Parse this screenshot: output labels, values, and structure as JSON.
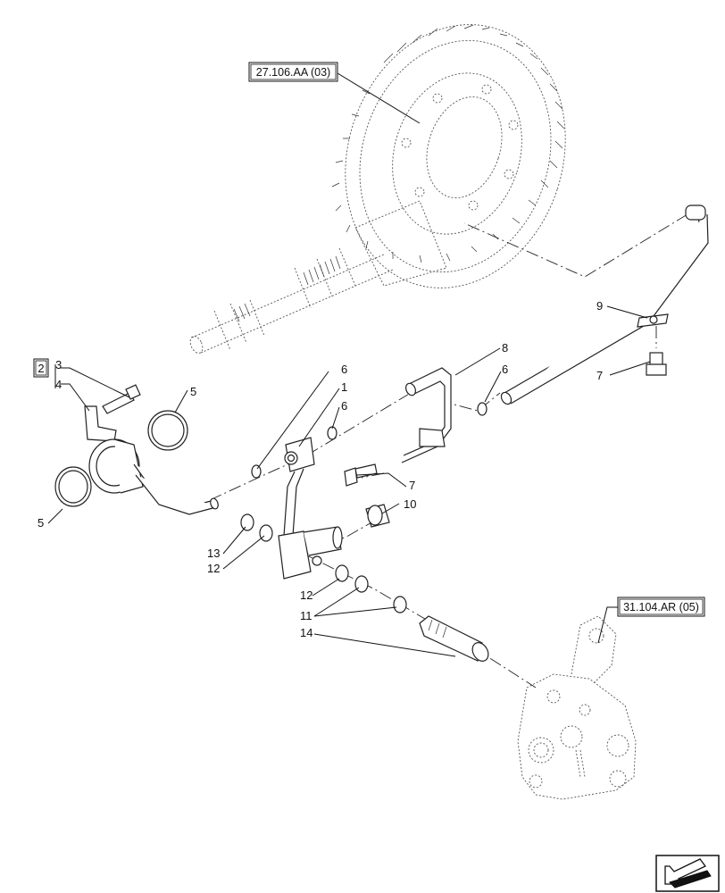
{
  "references": {
    "gear": "27.106.AA (03)",
    "valve": "31.104.AR (05)"
  },
  "kit": "2",
  "callouts": {
    "c1": "1",
    "c2": "2",
    "c3": "3",
    "c4": "4",
    "c5a": "5",
    "c5b": "5",
    "c6a": "6",
    "c6b": "6",
    "c6c": "6",
    "c7a": "7",
    "c7b": "7",
    "c8": "8",
    "c9": "9",
    "c10": "10",
    "c11": "11",
    "c12a": "12",
    "c12b": "12",
    "c13": "13",
    "c14": "14"
  },
  "icons": {
    "nav": "next-page-arrow-icon"
  }
}
